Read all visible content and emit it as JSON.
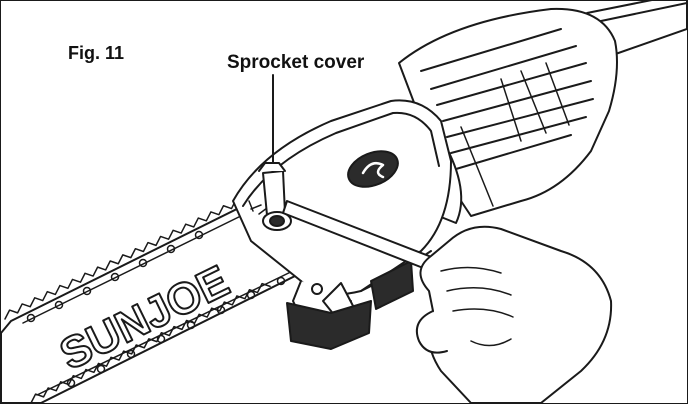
{
  "figure": {
    "label": "Fig. 11",
    "callout": "Sprocket cover",
    "brand": "SUNJOE"
  },
  "colors": {
    "line": "#1a1a1a",
    "fill": "#ffffff",
    "dark": "#2b2b2b",
    "shade": "#d9d9d9"
  }
}
